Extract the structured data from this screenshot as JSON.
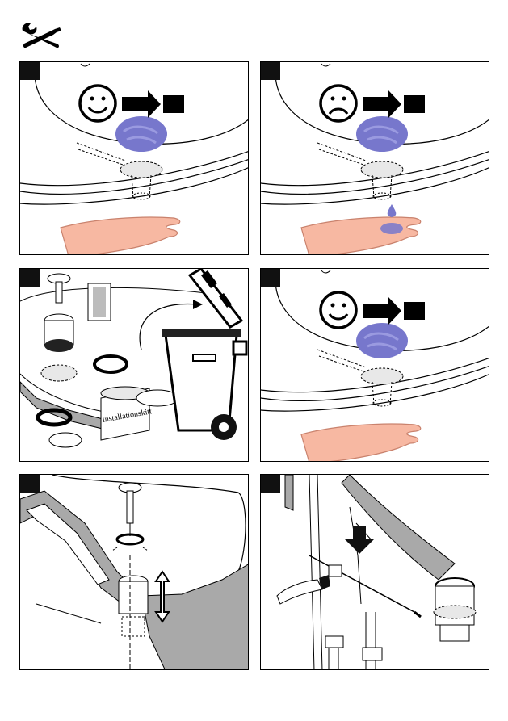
{
  "header": {
    "icon": "wrench-screwdriver-icon"
  },
  "colors": {
    "stroke": "#000000",
    "skin": "#f7b8a2",
    "skin_line": "#c9826d",
    "water": "#7777cc",
    "water_light": "#9a9ae0",
    "seal_fill": "#e8e8e8",
    "plate_grey": "#a9a9a9",
    "badge": "#111111"
  },
  "panels": [
    {
      "id": 1,
      "mood": "happy",
      "shows_drip": false
    },
    {
      "id": 2,
      "mood": "sad",
      "shows_drip": true
    },
    {
      "id": 3,
      "kit_label": "Installationskitt"
    },
    {
      "id": 4,
      "mood": "happy",
      "shows_drip": false
    },
    {
      "id": 5
    },
    {
      "id": 6
    }
  ]
}
